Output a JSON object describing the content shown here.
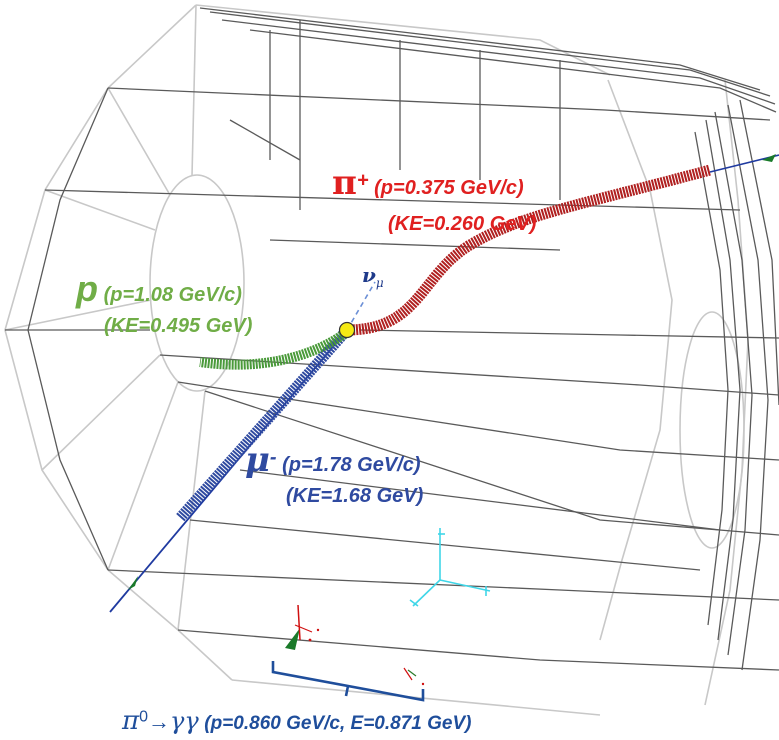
{
  "colors": {
    "frame_light": "#c8c8c8",
    "frame_dark": "#5a5a5a",
    "proton": "#6aa84f",
    "muon": "#2f4aa0",
    "pion_plus": "#c00000",
    "pizero": "#1f4e9b",
    "neutrino": "#1f3a8a",
    "vertex": "#f5ea14",
    "axes": "#3fd6e8"
  },
  "tracks": {
    "pion_plus": {
      "symbol": "π",
      "charge": "+",
      "momentum": "(p=0.375 GeV/c)",
      "kinetic_energy": "(KE=0.260 GeV)"
    },
    "proton": {
      "symbol": "p",
      "momentum": "(p=1.08 GeV/c)",
      "kinetic_energy": "(KE=0.495 GeV)"
    },
    "muon": {
      "symbol": "μ",
      "charge": "-",
      "momentum": "(p=1.78 GeV/c)",
      "kinetic_energy": "(KE=1.68 GeV)"
    },
    "neutrino": {
      "symbol": "ν",
      "subscript": "μ"
    },
    "pizero": {
      "symbol": "π",
      "superscript": "0",
      "arrow": "→",
      "products": "γγ",
      "detail": "(p=0.860 GeV/c, E=0.871 GeV)"
    }
  }
}
